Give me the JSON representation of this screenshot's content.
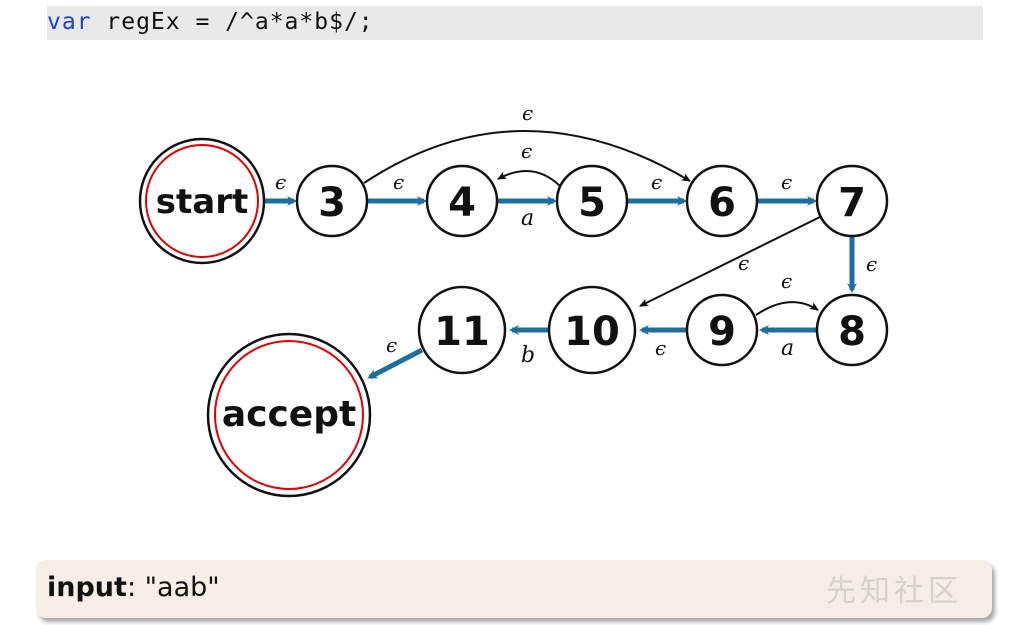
{
  "code": {
    "keyword": "var",
    "rest": " regEx = /^a*a*b$/;"
  },
  "states": [
    {
      "id": "start",
      "label": "start",
      "accept": true
    },
    {
      "id": "s3",
      "label": "3"
    },
    {
      "id": "s4",
      "label": "4"
    },
    {
      "id": "s5",
      "label": "5"
    },
    {
      "id": "s6",
      "label": "6"
    },
    {
      "id": "s7",
      "label": "7"
    },
    {
      "id": "s8",
      "label": "8"
    },
    {
      "id": "s9",
      "label": "9"
    },
    {
      "id": "s10",
      "label": "10"
    },
    {
      "id": "s11",
      "label": "11"
    },
    {
      "id": "accept",
      "label": "accept",
      "accept": true
    }
  ],
  "edge_labels": {
    "start_3": "ϵ",
    "e3_4": "ϵ",
    "e3_6": "ϵ",
    "e4_5": "a",
    "e5_4": "ϵ",
    "e5_6": "ϵ",
    "e6_7": "ϵ",
    "e7_8": "ϵ",
    "e7_10": "ϵ",
    "e8_9": "a",
    "e9_8": "ϵ",
    "e9_10": "ϵ",
    "e10_11": "b",
    "e11_accept": "ϵ"
  },
  "colors": {
    "highlight_edge": "#1f6f9e",
    "accept_ring": "#e00000",
    "plain_edge": "#111111"
  },
  "input": {
    "label": "input",
    "separator": ": ",
    "value": "\"aab\""
  },
  "watermark": "先知社区"
}
